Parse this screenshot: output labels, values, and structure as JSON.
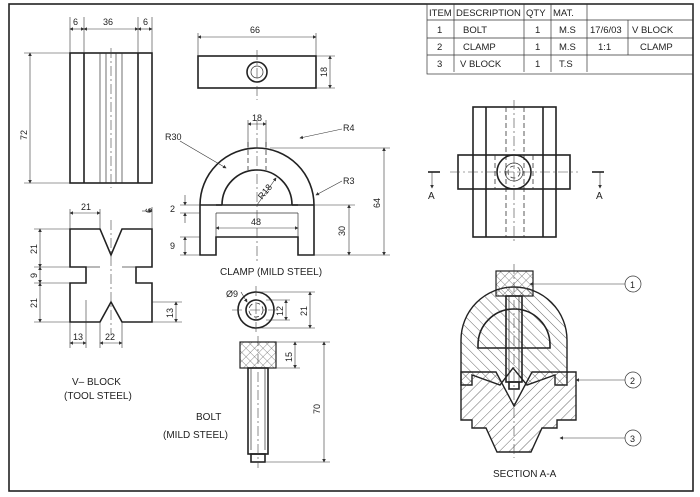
{
  "parts_table": {
    "headers": [
      "ITEM",
      "DESCRIPTION",
      "QTY",
      "MAT."
    ],
    "rows": [
      {
        "item": "1",
        "description": "BOLT",
        "qty": "1",
        "mat": "M.S"
      },
      {
        "item": "2",
        "description": "CLAMP",
        "qty": "1",
        "mat": "M.S"
      },
      {
        "item": "3",
        "description": "V BLOCK",
        "qty": "1",
        "mat": "T.S"
      }
    ],
    "date": "17/6/03",
    "scale": "1:1",
    "title_line1": "V BLOCK",
    "title_line2": "CLAMP"
  },
  "labels": {
    "vblock_line1": "V– BLOCK",
    "vblock_line2": "(TOOL STEEL)",
    "clamp": "CLAMP (MILD STEEL)",
    "bolt_line1": "BOLT",
    "bolt_line2": "(MILD STEEL)",
    "section": "SECTION A-A",
    "section_a_left": "A",
    "section_a_right": "A"
  },
  "dimensions": {
    "vb_top_6a": "6",
    "vb_top_36": "36",
    "vb_top_6b": "6",
    "vb_72": "72",
    "vb_21_top": "21",
    "vb_6_top": "6",
    "vb_21_a": "21",
    "vb_9": "9",
    "vb_21_b": "21",
    "vb_13_side": "13",
    "vb_13_bottom": "13",
    "vb_22": "22",
    "cl_66": "66",
    "cl_18_side": "18",
    "cl_18": "18",
    "cl_R30": "R30",
    "cl_R4": "R4",
    "cl_R18": "R18",
    "cl_R3": "R3",
    "cl_2": "2",
    "cl_48": "48",
    "cl_9": "9",
    "cl_30": "30",
    "cl_64": "64",
    "bolt_d9": "Ø9",
    "bolt_12": "12",
    "bolt_21": "21",
    "bolt_15": "15",
    "bolt_70": "70"
  },
  "balloons": [
    "1",
    "2",
    "3"
  ]
}
